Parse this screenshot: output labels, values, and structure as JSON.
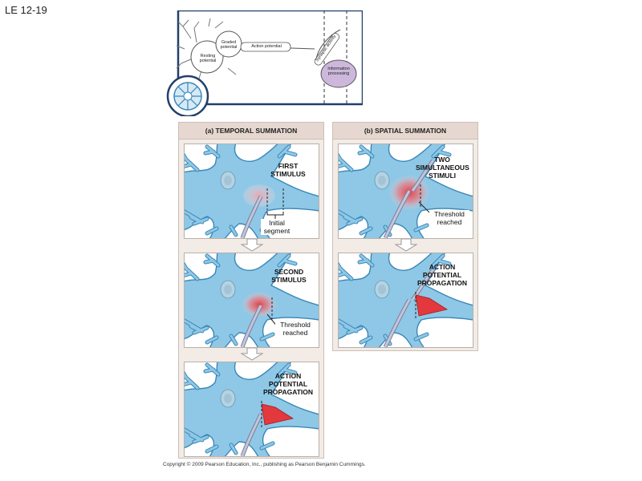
{
  "slide_title": "LE 12-19",
  "copyright": "Copyright © 2009 Pearson Education, Inc., publishing as Pearson Benjamin Cummings.",
  "overview": {
    "graded_potential": "Graded potential",
    "resting_potential": "Resting potential",
    "action_potential": "Action potential",
    "synaptic_activity": "Synaptic activity",
    "information_processing": "Information processing"
  },
  "temporal": {
    "title": "(a) TEMPORAL SUMMATION",
    "panel1_label": "FIRST STIMULUS",
    "initial_segment": "Initial segment",
    "panel2_label": "SECOND STIMULUS",
    "threshold": "Threshold reached",
    "panel3_label": "ACTION POTENTIAL PROPAGATION"
  },
  "spatial": {
    "title": "(b) SPATIAL SUMMATION",
    "panel1_label": "TWO SIMULTANEOUS STIMULI",
    "threshold": "Threshold reached",
    "panel2_label": "ACTION POTENTIAL PROPAGATION"
  },
  "colors": {
    "neuron_fill": "#8ec8e6",
    "neuron_stroke": "#3a87b8",
    "stimulus": "#e63b3b",
    "panel_bg": "#f2ebe6"
  }
}
